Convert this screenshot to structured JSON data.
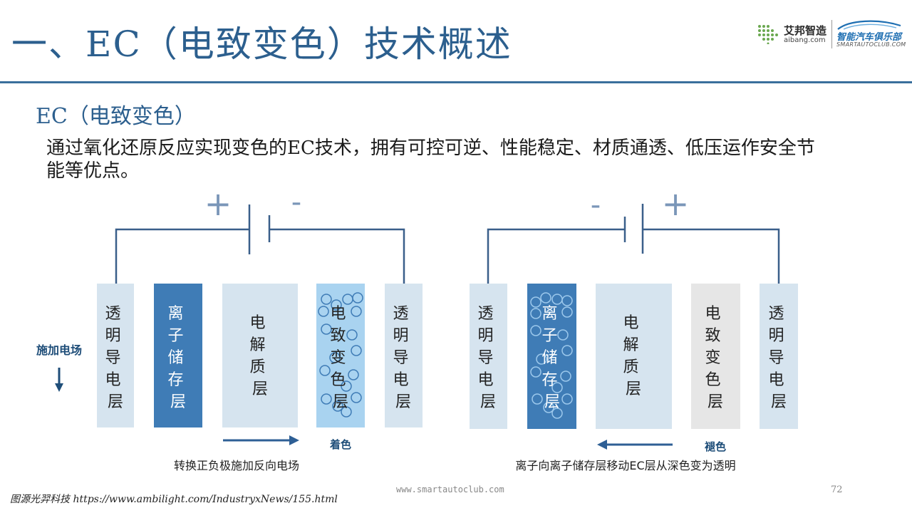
{
  "header": {
    "title": "一、EC（电致变色）技术概述"
  },
  "logos": {
    "aibang_cn": "艾邦智造",
    "aibang_en": "aibang.com",
    "smartauto_cn": "智能汽车俱乐部",
    "smartauto_en": "SMARTAUTOCLUB.COM"
  },
  "section": {
    "subtitle": "EC（电致变色）",
    "description": "通过氧化还原反应实现变色的EC技术，拥有可控可逆、性能稳定、材质通透、低压运作安全节能等优点。"
  },
  "diagram": {
    "left": {
      "battery_positive": "+",
      "battery_negative": "-",
      "field_label": "施加电场",
      "layers": [
        {
          "name": "透明导电层",
          "lines": [
            "透",
            "明",
            "导",
            "电",
            "层"
          ],
          "color": "#d6e4ef",
          "text_color": "#222222"
        },
        {
          "name": "离子储存层",
          "lines": [
            "离",
            "子",
            "储",
            "存",
            "层"
          ],
          "color": "#3f7cb6",
          "text_color": "#ffffff"
        },
        {
          "name": "电解质层",
          "lines": [
            "电",
            "解",
            "质",
            "层"
          ],
          "color": "#d6e4ef",
          "text_color": "#222222"
        },
        {
          "name": "电致变色层",
          "lines": [
            "电",
            "致",
            "变",
            "色",
            "层"
          ],
          "color": "#a9d3f0",
          "text_color": "#222222"
        },
        {
          "name": "透明导电层",
          "lines": [
            "透",
            "明",
            "导",
            "电",
            "层"
          ],
          "color": "#d6e4ef",
          "text_color": "#222222"
        }
      ],
      "process_label": "着色",
      "caption": "转换正负极施加反向电场"
    },
    "right": {
      "battery_negative": "-",
      "battery_positive": "+",
      "layers": [
        {
          "name": "透明导电层",
          "lines": [
            "透",
            "明",
            "导",
            "电",
            "层"
          ],
          "color": "#d6e4ef",
          "text_color": "#222222"
        },
        {
          "name": "离子储存层",
          "lines": [
            "离",
            "子",
            "储",
            "存",
            "层"
          ],
          "color": "#3f7cb6",
          "text_color": "#ffffff"
        },
        {
          "name": "电解质层",
          "lines": [
            "电",
            "解",
            "质",
            "层"
          ],
          "color": "#d6e4ef",
          "text_color": "#222222"
        },
        {
          "name": "电致变色层",
          "lines": [
            "电",
            "致",
            "变",
            "色",
            "层"
          ],
          "color": "#e6e6e6",
          "text_color": "#222222"
        },
        {
          "name": "透明导电层",
          "lines": [
            "透",
            "明",
            "导",
            "电",
            "层"
          ],
          "color": "#d6e4ef",
          "text_color": "#222222"
        }
      ],
      "process_label": "褪色",
      "caption": "离子向离子储存层移动EC层从深色变为透明"
    },
    "wire_color": "#3a5f8a",
    "arrow_color": "#2e5f95"
  },
  "footer": {
    "url": "www.smartautoclub.com",
    "page_number": "72",
    "source": "图源光羿科技 https://www.ambilight.com/IndustryxNews/155.html"
  }
}
